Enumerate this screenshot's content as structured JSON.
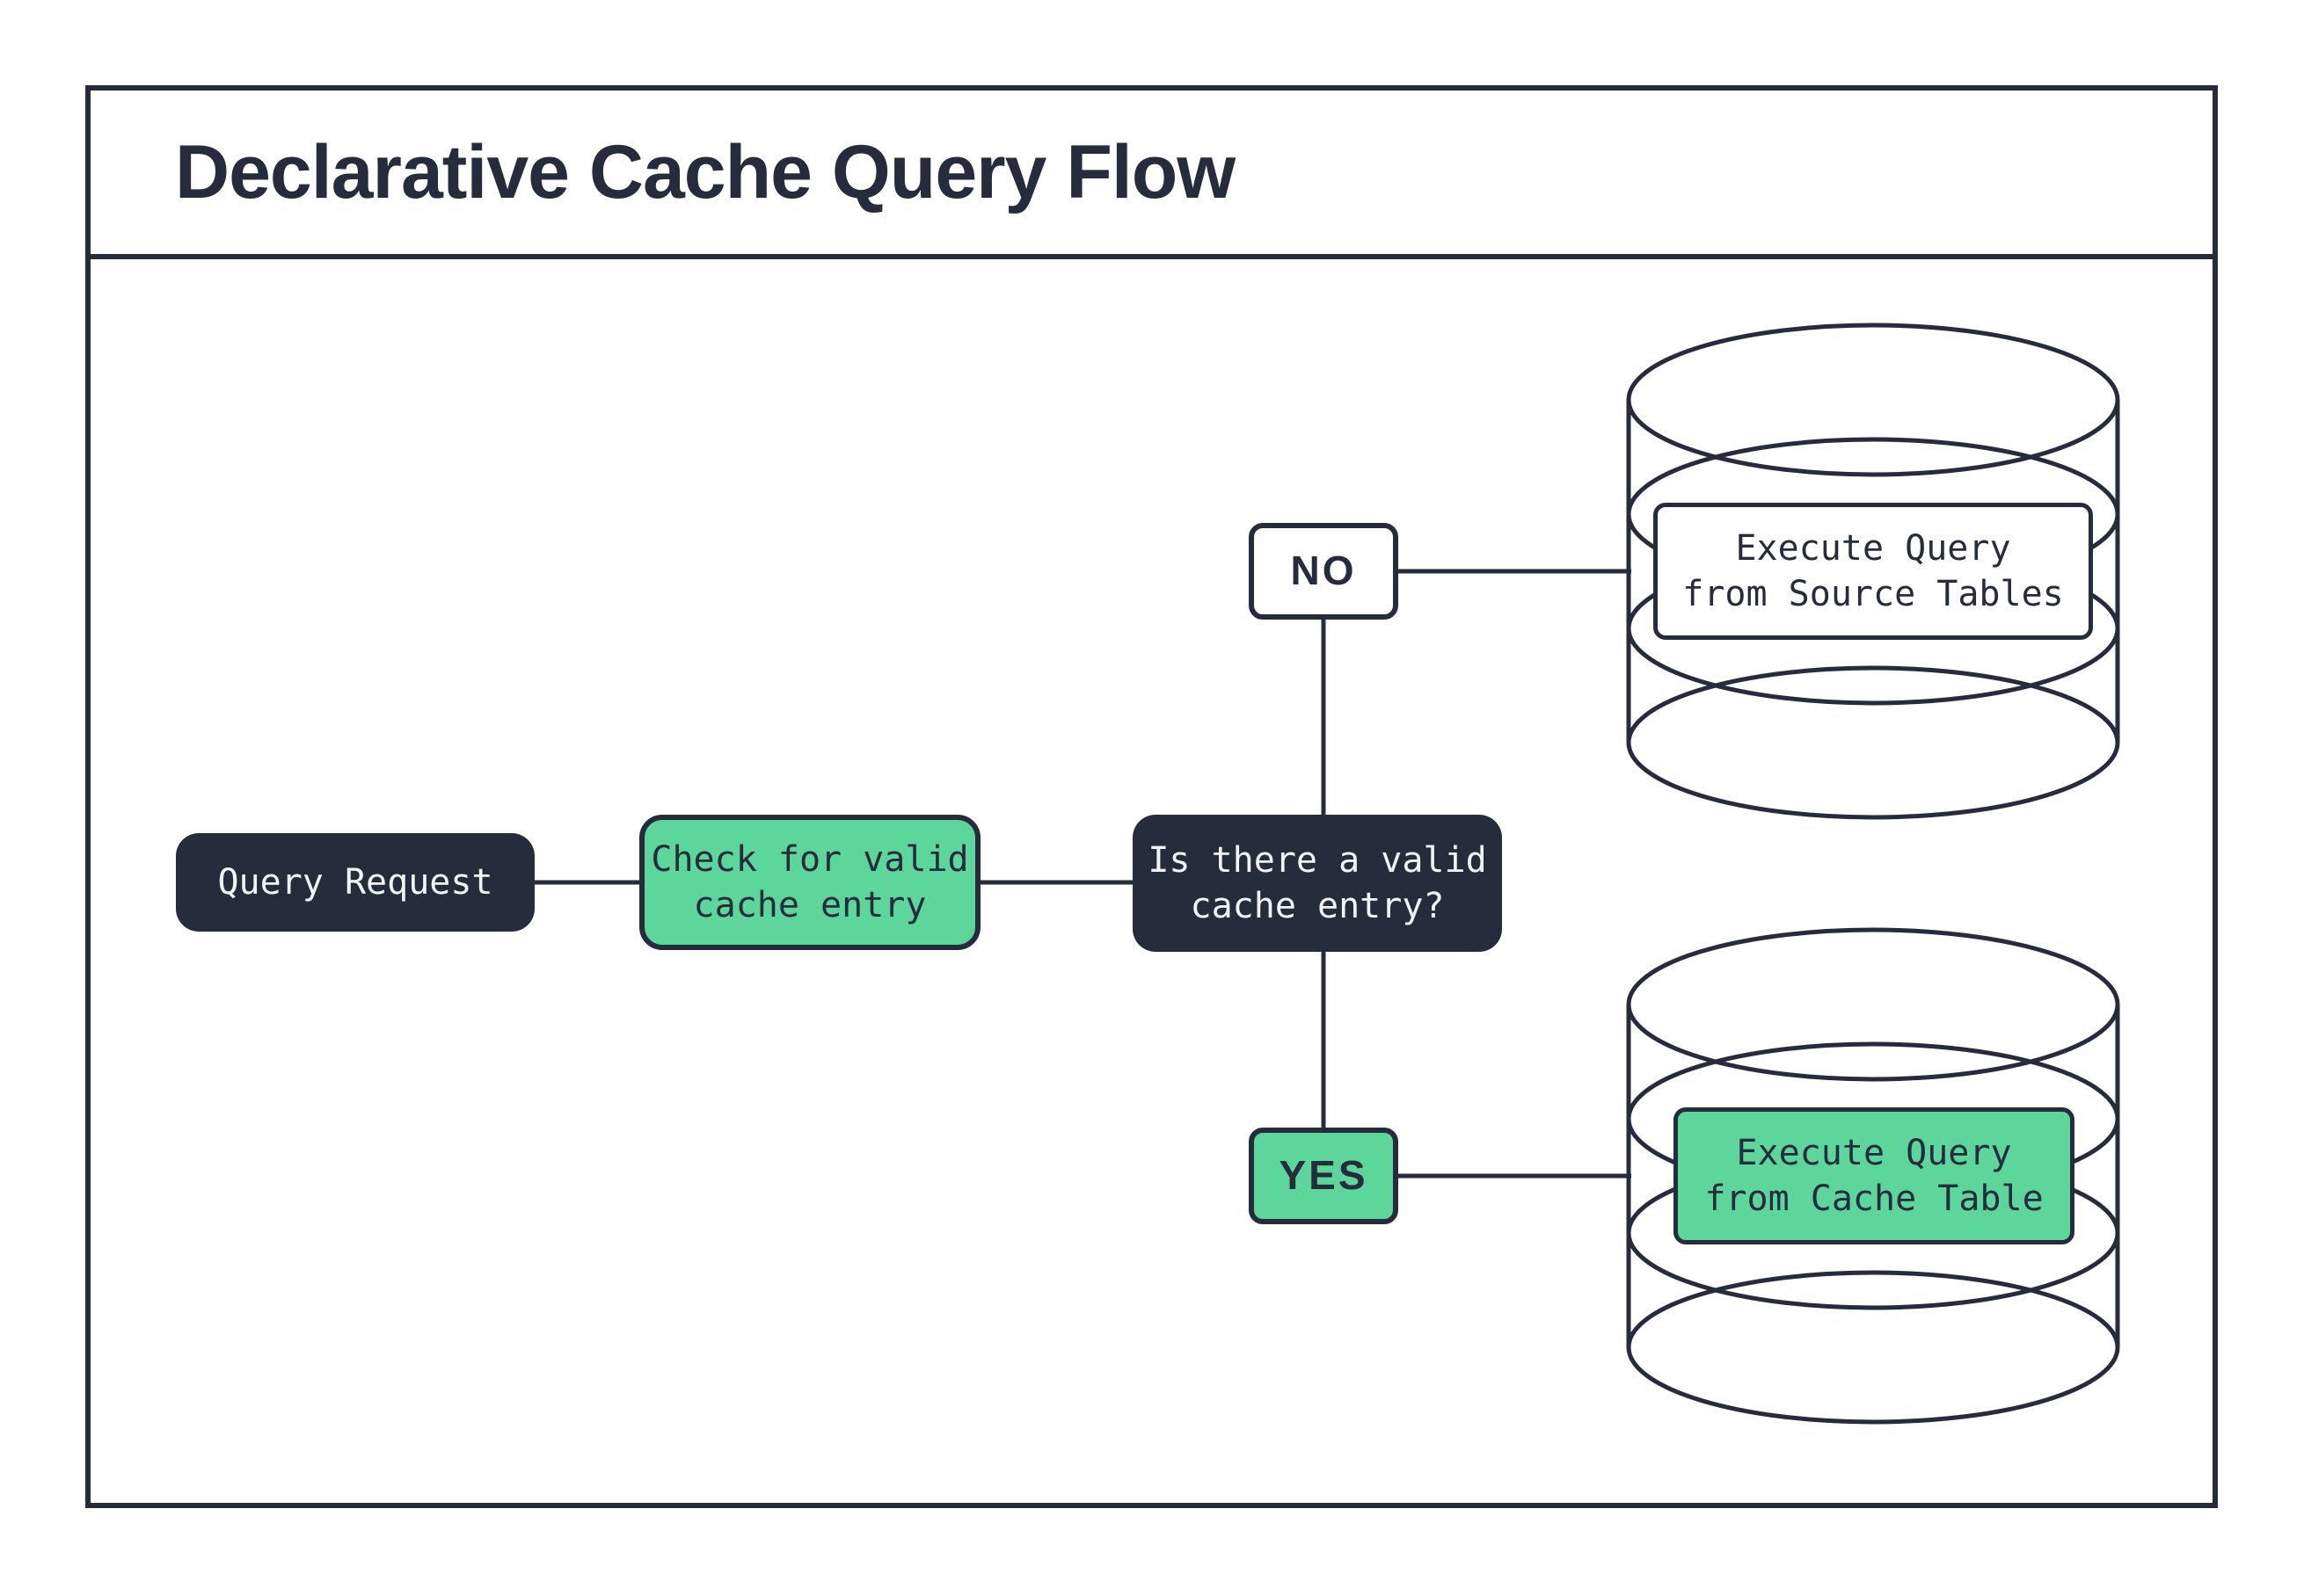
{
  "title": "Declarative Cache Query Flow",
  "colors": {
    "ink": "#272C3C",
    "green": "#5CD69A",
    "node_text_light": "#F2F3F5",
    "paper": "#FFFFFF"
  },
  "nodes": {
    "query_request": {
      "label": "Query Request"
    },
    "check_cache": {
      "label": "Check for valid\ncache entry"
    },
    "valid_cache_question": {
      "label": "Is there a valid\ncache entry?"
    },
    "edge_no": {
      "label": "NO"
    },
    "edge_yes": {
      "label": "YES"
    },
    "execute_source": {
      "label": "Execute Query\nfrom Source Tables"
    },
    "execute_cache": {
      "label": "Execute Query\nfrom Cache Table"
    }
  }
}
